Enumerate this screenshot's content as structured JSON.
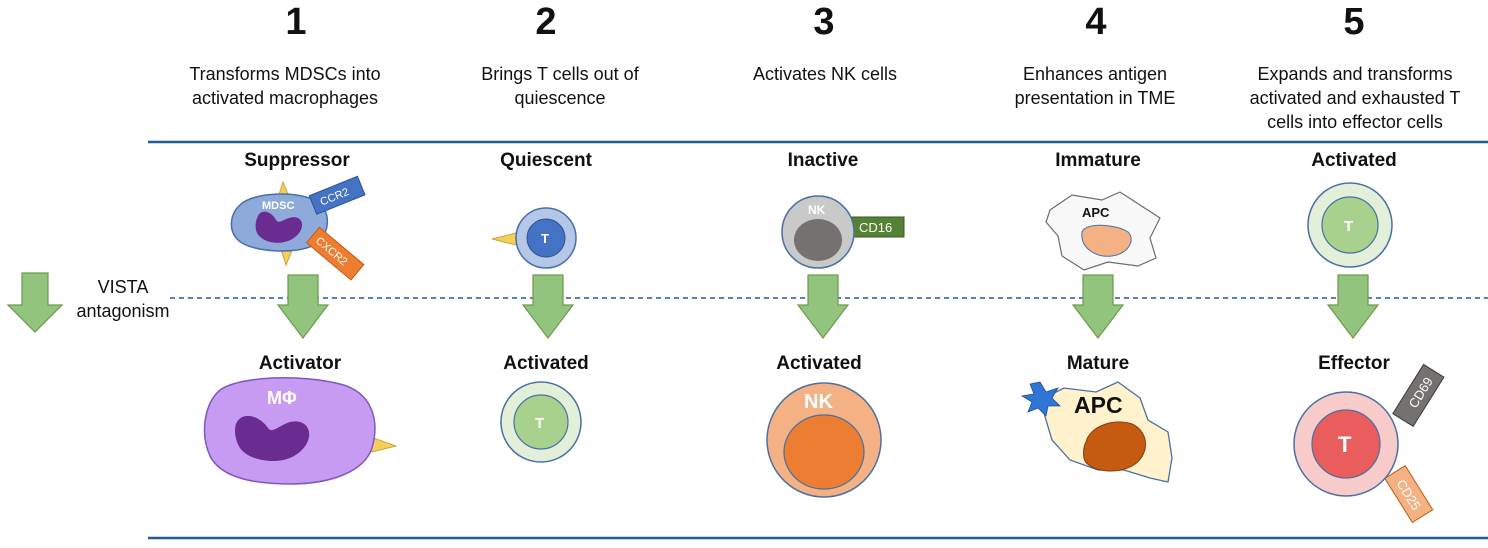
{
  "columns": [
    {
      "number": "1",
      "description": "Transforms MDSCs into activated macrophages",
      "before_state": "Suppressor",
      "after_state": "Activator"
    },
    {
      "number": "2",
      "description": "Brings T cells out of quiescence",
      "before_state": "Quiescent",
      "after_state": "Activated"
    },
    {
      "number": "3",
      "description": "Activates NK cells",
      "before_state": "Inactive",
      "after_state": "Activated"
    },
    {
      "number": "4",
      "description": "Enhances antigen presentation in TME",
      "before_state": "Immature",
      "after_state": "Mature"
    },
    {
      "number": "5",
      "description": "Expands and transforms activated and exhausted T cells into effector cells",
      "before_state": "Activated",
      "after_state": "Effector"
    }
  ],
  "legend": {
    "label": "VISTA antagonism"
  },
  "cell_labels": {
    "mdsc": "MDSC",
    "ccr2": "CCR2",
    "cxcr2": "CXCR2",
    "macrophage": "MΦ",
    "t": "T",
    "nk": "NK",
    "cd16": "CD16",
    "apc": "APC",
    "cd69": "CD69",
    "cd25": "CD25"
  },
  "colors": {
    "rule": "#1f5a94",
    "arrow_fill": "#93c47d",
    "arrow_stroke": "#6a9a4e"
  }
}
